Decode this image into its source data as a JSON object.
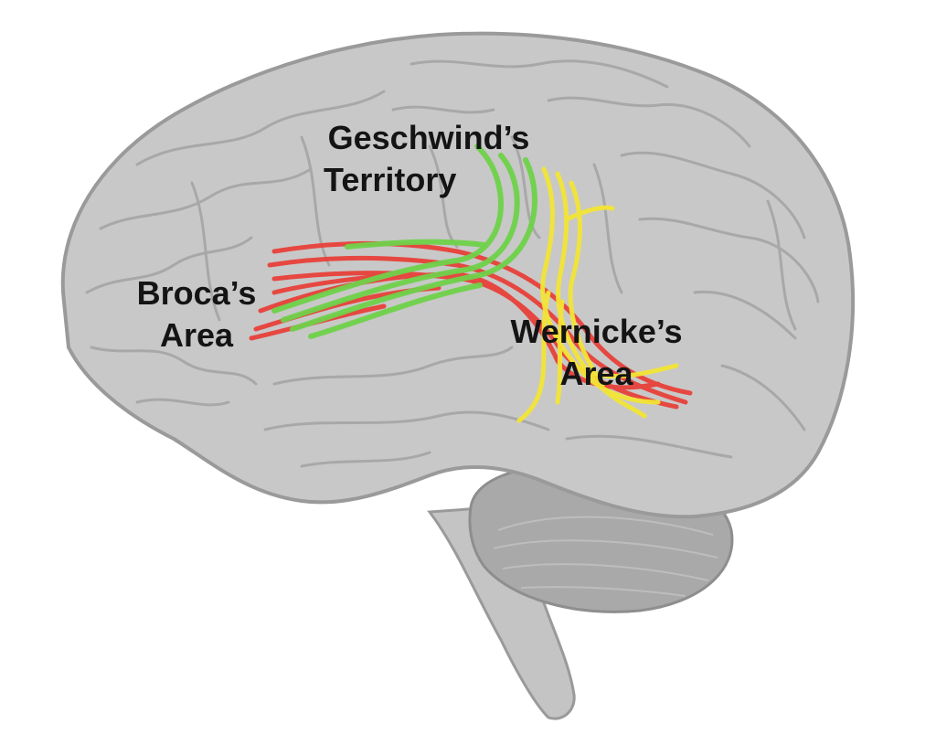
{
  "diagram": {
    "labels": {
      "geschwind": {
        "line1": "Geschwind’s",
        "line2": "Territory"
      },
      "broca": {
        "line1": "Broca’s",
        "line2": "Area"
      },
      "wernicke": {
        "line1": "Wernicke’s",
        "line2": "Area"
      }
    },
    "colors": {
      "cortex": "#c8c8c8",
      "cortex_outline": "#9a9a9a",
      "gyri_lines": "#a8a8a8",
      "cerebellum": "#a9a9a9",
      "brainstem": "#c4c4c4",
      "tract_direct": "#e8413a",
      "tract_anterior": "#6fd24a",
      "tract_posterior": "#f3e536",
      "label_text": "#141414"
    }
  }
}
